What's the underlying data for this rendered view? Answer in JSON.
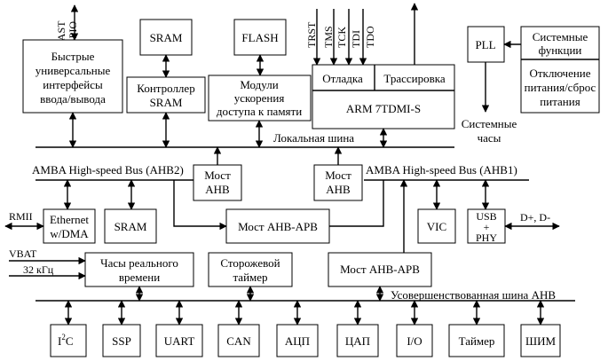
{
  "blocks": {
    "fast_gpio_block": [
      "Быстрые",
      "универсальные",
      "интерфейсы",
      "ввода/вывода"
    ],
    "sram_top": "SRAM",
    "sram_controller": [
      "Контроллер",
      "SRAM"
    ],
    "flash": "FLASH",
    "mem_accel": [
      "Модули",
      "ускорения",
      "доступа к памяти"
    ],
    "debug": "Отладка",
    "trace": "Трассировка",
    "arm": "ARM 7TDMI-S",
    "pll": "PLL",
    "system_functions": [
      "Системные",
      "функции"
    ],
    "power_reset": [
      "Отключение",
      "питания/сброс",
      "питания"
    ],
    "system_clock": [
      "Системные",
      "часы"
    ],
    "bridge_ahb_left": [
      "Мост",
      "AHB"
    ],
    "bridge_ahb_right": [
      "Мост",
      "AHB"
    ],
    "ethernet": [
      "Ethernet",
      "w/DMA"
    ],
    "sram_bottom": "SRAM",
    "bridge_ahb_apb_top": "Мост AHB-APB",
    "vic": "VIC",
    "usb_phy": [
      "USB",
      "+",
      "PHY"
    ],
    "rtc": [
      "Часы реального",
      "времени"
    ],
    "watchdog": [
      "Сторожевой",
      "таймер"
    ],
    "bridge_ahb_apb_bottom": "Мост AHB-APB"
  },
  "signals": {
    "fast_gpio": [
      "FAST",
      "GPIO"
    ],
    "jtag": [
      "TRST",
      "TMS",
      "TCK",
      "TDI",
      "TDO"
    ],
    "rmii": "RMII",
    "usb_dp_dm": "D+, D-",
    "vbat": "VBAT",
    "freq_32k": "32 кГц"
  },
  "buses": {
    "local_bus": "Локальная шина",
    "ahb2": "AMBA High-speed Bus (AHB2)",
    "ahb1": "AMBA High-speed Bus (AHB1)",
    "apb": "Усовершенствованная шина AHB"
  },
  "peripherals": {
    "i2c": {
      "base": "I",
      "sup": "2",
      "tail": "C"
    },
    "items": [
      "SSP",
      "UART",
      "CAN",
      "АЦП",
      "ЦАП",
      "I/O",
      "Таймер",
      "ШИМ"
    ]
  }
}
